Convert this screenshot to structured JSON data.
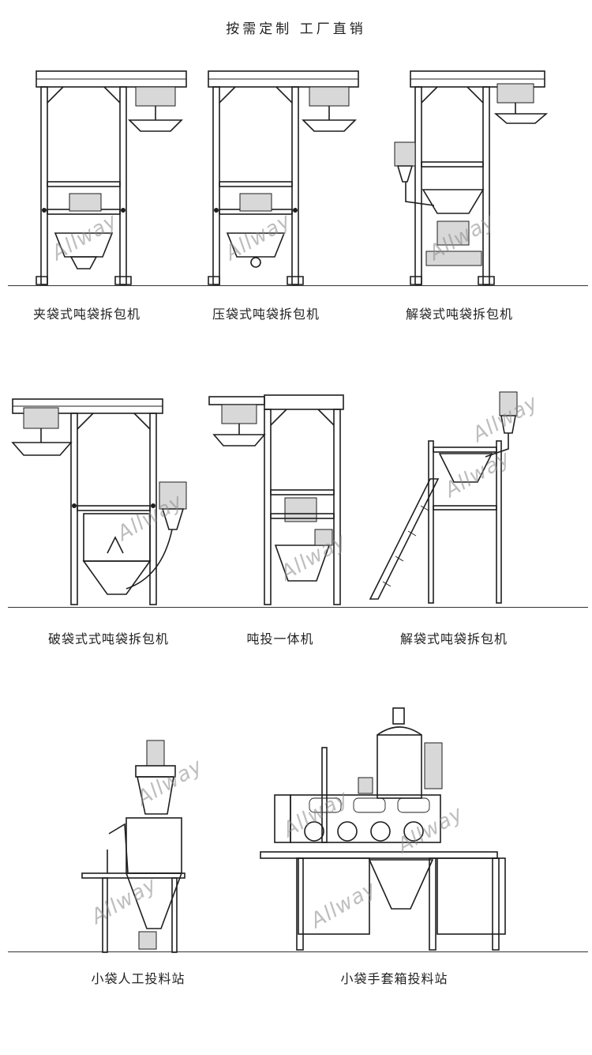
{
  "header": {
    "title": "按需定制    工厂直销"
  },
  "watermark_text": "Allway",
  "machines": [
    {
      "caption": "夹袋式吨袋拆包机"
    },
    {
      "caption": "压袋式吨袋拆包机"
    },
    {
      "caption": "解袋式吨袋拆包机"
    },
    {
      "caption": "破袋式式吨袋拆包机"
    },
    {
      "caption": "吨投一体机"
    },
    {
      "caption": "解袋式吨袋拆包机"
    },
    {
      "caption": "小袋人工投料站"
    },
    {
      "caption": "小袋手套箱投料站"
    }
  ]
}
